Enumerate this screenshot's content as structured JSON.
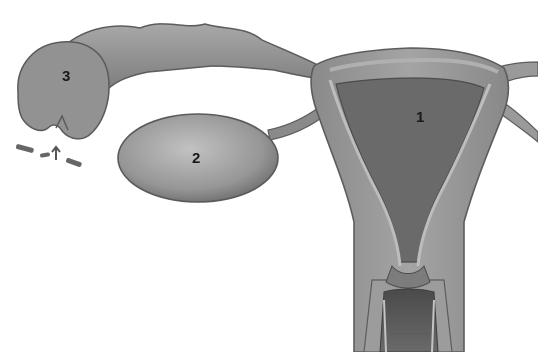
{
  "labels": {
    "uterus": "1",
    "ovary": "2",
    "fallopian_tube_ampulla": "3"
  },
  "colors": {
    "tissue_fill": "#8e8e8e",
    "tissue_dark": "#5c5c5c",
    "cavity_fill": "#6e6e6e",
    "lining_light": "#b4b4b4",
    "background": "#ffffff"
  }
}
